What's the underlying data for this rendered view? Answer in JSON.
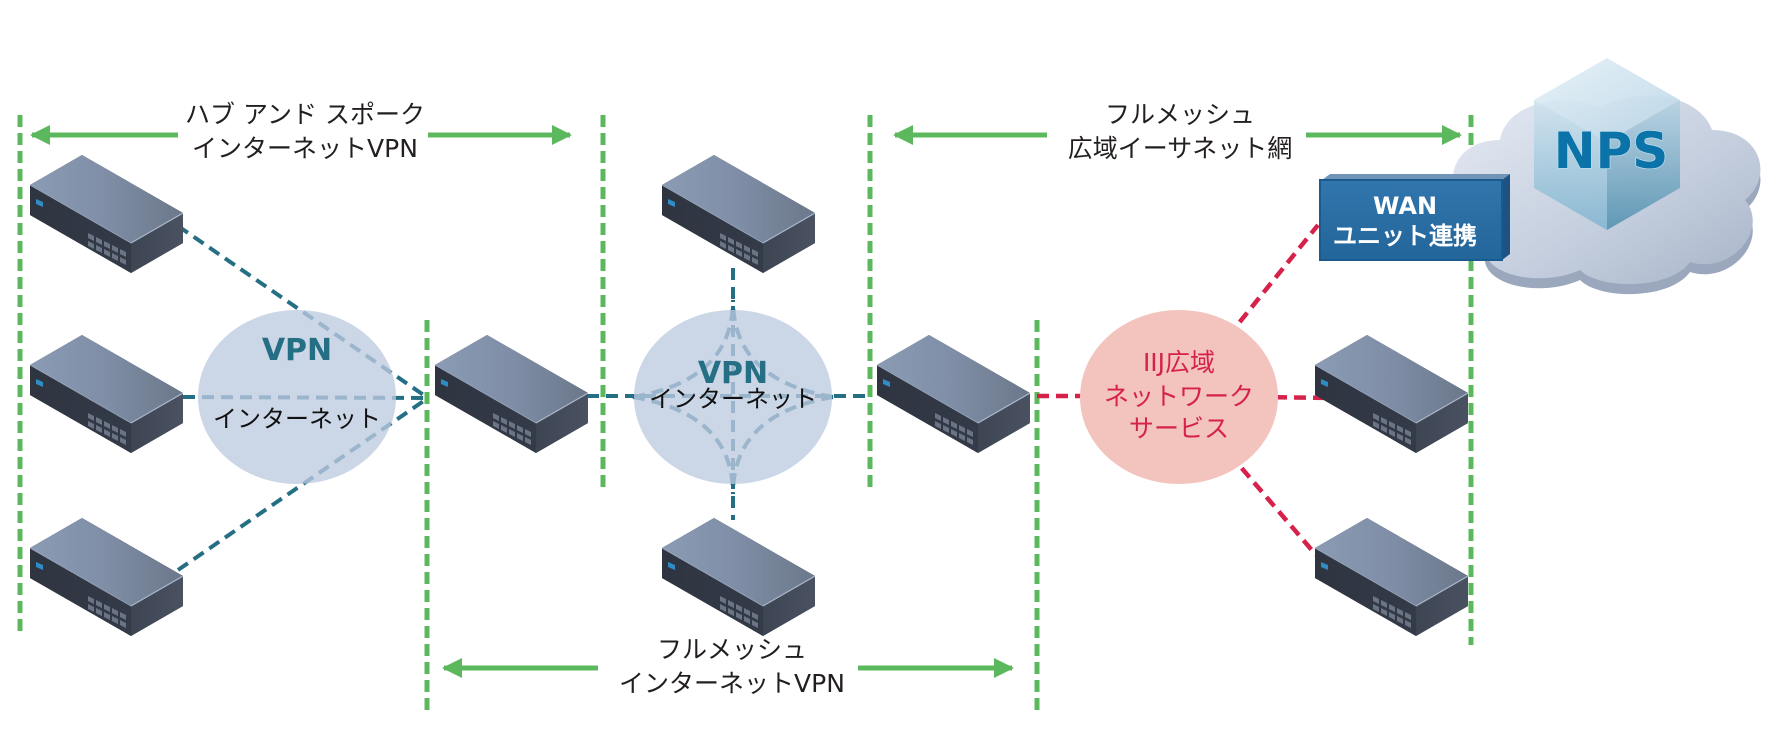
{
  "diagram": {
    "title": "NPS network topology",
    "colors": {
      "boundary_green": "#5cb85c",
      "arrow_green": "#5cb85c",
      "vpn_link": "#256f85",
      "vpn_cloud": "#bccbe0",
      "iij_link": "#d6224a",
      "iij_cloud": "#f3c3bd",
      "wan_box": "#2b6fa6",
      "nps_text": "#0c73a8"
    },
    "spans": [
      {
        "id": "hub-spoke",
        "line1": "ハブ アンド スポーク",
        "line2": "インターネットVPN"
      },
      {
        "id": "fullmesh-ethernet",
        "line1": "フルメッシュ",
        "line2": "広域イーサネット網"
      },
      {
        "id": "fullmesh-vpn",
        "line1": "フルメッシュ",
        "line2": "インターネットVPN"
      }
    ],
    "clouds": [
      {
        "id": "vpn-left",
        "title": "VPN",
        "subtitle": "インターネット"
      },
      {
        "id": "vpn-center",
        "title": "VPN",
        "subtitle": "インターネット"
      },
      {
        "id": "iij",
        "line1": "IIJ広域",
        "line2": "ネットワーク",
        "line3": "サービス"
      }
    ],
    "wan_box": {
      "line1": "WAN",
      "line2": "ユニット連携"
    },
    "nps": {
      "label": "NPS"
    },
    "devices": [
      {
        "id": "left-top",
        "type": "router"
      },
      {
        "id": "left-mid",
        "type": "router"
      },
      {
        "id": "left-bottom",
        "type": "router"
      },
      {
        "id": "hub",
        "type": "router"
      },
      {
        "id": "center-top",
        "type": "router"
      },
      {
        "id": "center-bottom",
        "type": "router"
      },
      {
        "id": "bridge",
        "type": "router"
      },
      {
        "id": "right-mid",
        "type": "router"
      },
      {
        "id": "right-bottom",
        "type": "router"
      }
    ]
  }
}
